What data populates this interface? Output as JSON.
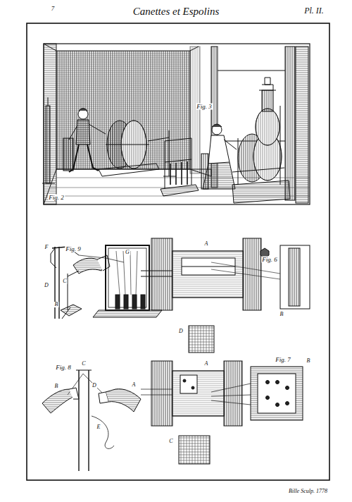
{
  "diagram": {
    "title": "Canettes et Espolins",
    "labels": [
      "7",
      "Pl. II.",
      "Fig. 2",
      "Fig. 3",
      "Fig. 9",
      "F",
      "D",
      "C",
      "B",
      "G",
      "Fig. 6",
      "A",
      "B",
      "D",
      "Fig. 8",
      "C",
      "B",
      "D",
      "A",
      "E",
      "Fig. 7",
      "A",
      "B",
      "C",
      "Bille Sculp. 1778"
    ]
  }
}
